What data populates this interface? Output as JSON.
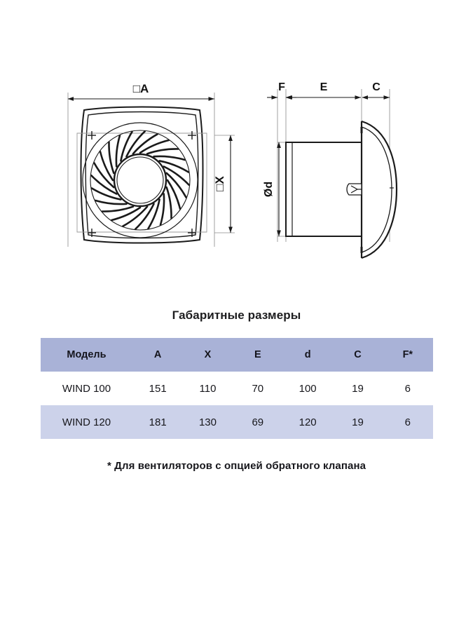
{
  "drawing": {
    "front_view": {
      "name": "front-view",
      "dimension_a_label": "□A",
      "dimension_x_label": "□X",
      "blade_count": 24,
      "corner_marks": 4
    },
    "side_view": {
      "name": "side-view",
      "dimension_f_label": "F",
      "dimension_e_label": "E",
      "dimension_c_label": "C",
      "dimension_d_label": "Ød"
    },
    "line_color": "#1a1a1a",
    "dimension_line_color": "#6e6e6e"
  },
  "table": {
    "title": "Габаритные размеры",
    "headers": [
      "Модель",
      "A",
      "X",
      "E",
      "d",
      "C",
      "F*"
    ],
    "rows": [
      {
        "model": "WIND 100",
        "A": "151",
        "X": "110",
        "E": "70",
        "d": "100",
        "C": "19",
        "F": "6"
      },
      {
        "model": "WIND 120",
        "A": "181",
        "X": "130",
        "E": "69",
        "d": "120",
        "C": "19",
        "F": "6"
      }
    ],
    "header_bg": "#a9b2d7",
    "row_alt_bg": "#ccd2ea"
  },
  "footnote": "* Для вентиляторов с опцией обратного клапана"
}
